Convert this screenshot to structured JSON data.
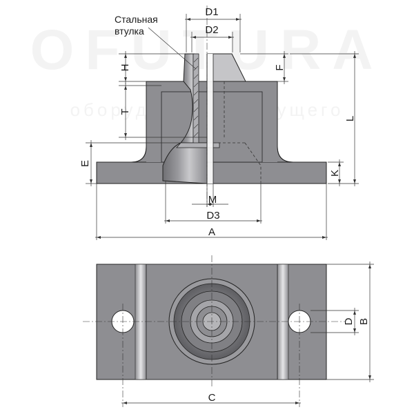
{
  "watermark": {
    "brand": "OFUTURA",
    "slogan": "оборудование будущего"
  },
  "annotations": {
    "sleeve_line1": "Стальная",
    "sleeve_line2": "втулка"
  },
  "dimensions": {
    "D1": "D1",
    "D2": "D2",
    "H": "H",
    "F": "F",
    "T": "T",
    "L": "L",
    "E": "E",
    "K": "K",
    "M": "M",
    "D3": "D3",
    "A": "A",
    "D": "D",
    "B": "B",
    "C": "C"
  },
  "colors": {
    "body": "#8e8e92",
    "body_dark": "#6f6f73",
    "line": "#222222",
    "dim_line": "#333333"
  }
}
